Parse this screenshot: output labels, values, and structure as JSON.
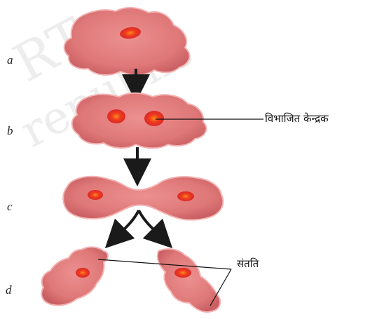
{
  "watermark": {
    "line1": "RT",
    "line2": "republis"
  },
  "stages": {
    "a": "a",
    "b": "b",
    "c": "c",
    "d": "d"
  },
  "labels": {
    "divided_nucleus": "विभाजित केन्द्रक",
    "offspring": "संतति"
  },
  "colors": {
    "cell_fill": "#e88888",
    "cell_fill_dark": "#d46a6a",
    "cell_edge": "#f3b3b3",
    "nucleus": "#e8331e",
    "nucleus_core": "#ffb300",
    "arrow": "#1a1a1a"
  }
}
